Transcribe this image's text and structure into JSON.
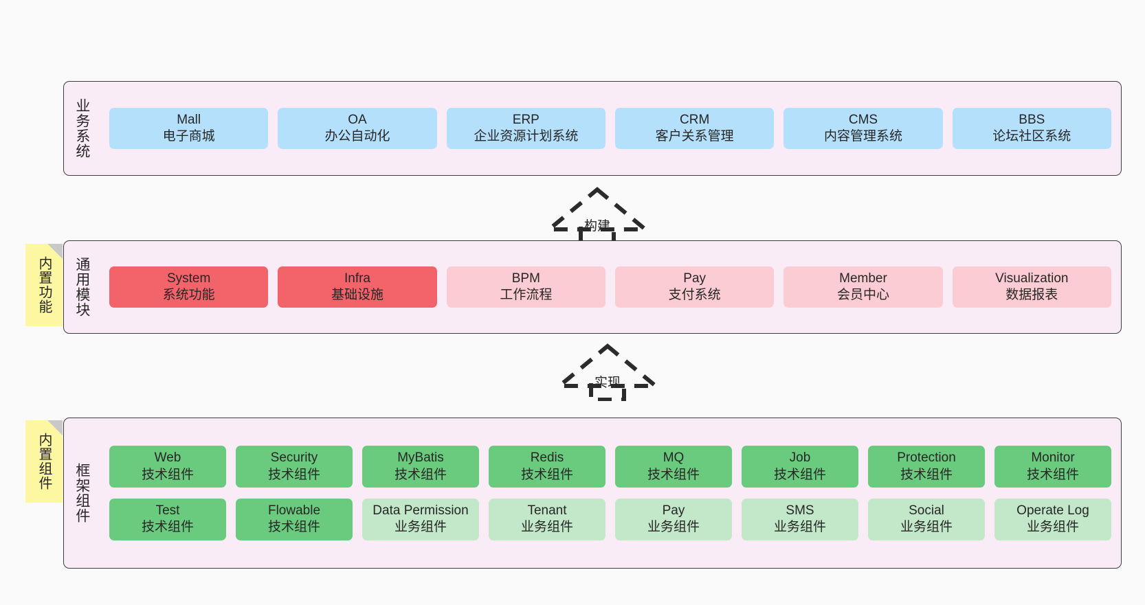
{
  "diagram": {
    "background": "#fafafa",
    "panel_fill": "#f9ecf6",
    "panel_border": "#3c3c3c",
    "tag_fill": "#fcf7a0"
  },
  "layers": [
    {
      "id": "business-system",
      "title": "业务系统",
      "tag": null,
      "rows": [
        {
          "items": [
            {
              "name": "Mall",
              "sub": "电子商城",
              "color": "#b5e0fb",
              "swatch": "c-blue"
            },
            {
              "name": "OA",
              "sub": "办公自动化",
              "color": "#b5e0fb",
              "swatch": "c-blue"
            },
            {
              "name": "ERP",
              "sub": "企业资源计划系统",
              "color": "#b5e0fb",
              "swatch": "c-blue"
            },
            {
              "name": "CRM",
              "sub": "客户关系管理",
              "color": "#b5e0fb",
              "swatch": "c-blue"
            },
            {
              "name": "CMS",
              "sub": "内容管理系统",
              "color": "#b5e0fb",
              "swatch": "c-blue"
            },
            {
              "name": "BBS",
              "sub": "论坛社区系统",
              "color": "#b5e0fb",
              "swatch": "c-blue"
            }
          ]
        }
      ]
    },
    {
      "id": "common-module",
      "title": "通用模块",
      "tag": "内置功能",
      "rows": [
        {
          "items": [
            {
              "name": "System",
              "sub": "系统功能",
              "color": "#f2636a",
              "swatch": "c-red"
            },
            {
              "name": "Infra",
              "sub": "基础设施",
              "color": "#f2636a",
              "swatch": "c-red"
            },
            {
              "name": "BPM",
              "sub": "工作流程",
              "color": "#fbccd4",
              "swatch": "c-pink"
            },
            {
              "name": "Pay",
              "sub": "支付系统",
              "color": "#fbccd4",
              "swatch": "c-pink"
            },
            {
              "name": "Member",
              "sub": "会员中心",
              "color": "#fbccd4",
              "swatch": "c-pink"
            },
            {
              "name": "Visualization",
              "sub": "数据报表",
              "color": "#fbccd4",
              "swatch": "c-pink"
            }
          ]
        }
      ]
    },
    {
      "id": "framework-component",
      "title": "框架组件",
      "tag": "内置组件",
      "rows": [
        {
          "items": [
            {
              "name": "Web",
              "sub": "技术组件",
              "color": "#6acb7e",
              "swatch": "c-green"
            },
            {
              "name": "Security",
              "sub": "技术组件",
              "color": "#6acb7e",
              "swatch": "c-green"
            },
            {
              "name": "MyBatis",
              "sub": "技术组件",
              "color": "#6acb7e",
              "swatch": "c-green"
            },
            {
              "name": "Redis",
              "sub": "技术组件",
              "color": "#6acb7e",
              "swatch": "c-green"
            },
            {
              "name": "MQ",
              "sub": "技术组件",
              "color": "#6acb7e",
              "swatch": "c-green"
            },
            {
              "name": "Job",
              "sub": "技术组件",
              "color": "#6acb7e",
              "swatch": "c-green"
            },
            {
              "name": "Protection",
              "sub": "技术组件",
              "color": "#6acb7e",
              "swatch": "c-green"
            },
            {
              "name": "Monitor",
              "sub": "技术组件",
              "color": "#6acb7e",
              "swatch": "c-green"
            }
          ]
        },
        {
          "items": [
            {
              "name": "Test",
              "sub": "技术组件",
              "color": "#6acb7e",
              "swatch": "c-green"
            },
            {
              "name": "Flowable",
              "sub": "技术组件",
              "color": "#6acb7e",
              "swatch": "c-green"
            },
            {
              "name": "Data Permission",
              "sub": "业务组件",
              "color": "#c2e8c9",
              "swatch": "c-lightgreen",
              "wrap": true
            },
            {
              "name": "Tenant",
              "sub": "业务组件",
              "color": "#c2e8c9",
              "swatch": "c-lightgreen"
            },
            {
              "name": "Pay",
              "sub": "业务组件",
              "color": "#c2e8c9",
              "swatch": "c-lightgreen"
            },
            {
              "name": "SMS",
              "sub": "业务组件",
              "color": "#c2e8c9",
              "swatch": "c-lightgreen"
            },
            {
              "name": "Social",
              "sub": "业务组件",
              "color": "#c2e8c9",
              "swatch": "c-lightgreen"
            },
            {
              "name": "Operate Log",
              "sub": "业务组件",
              "color": "#c2e8c9",
              "swatch": "c-lightgreen"
            }
          ]
        }
      ]
    }
  ],
  "connectors": [
    {
      "id": "build",
      "label": "构建",
      "from": "common-module",
      "to": "business-system"
    },
    {
      "id": "implement",
      "label": "实现",
      "from": "framework-component",
      "to": "common-module"
    }
  ]
}
